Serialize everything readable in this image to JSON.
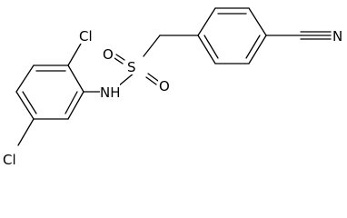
{
  "molecule": {
    "atoms": {
      "cl_top": "Cl",
      "cl_bottom": "Cl",
      "nitrogen_h": "NH",
      "sulfur": "S",
      "oxygen_upper": "O",
      "oxygen_lower": "O",
      "nitrile_n": "N"
    }
  },
  "colors": {
    "ink": "#000000",
    "background": "#ffffff"
  }
}
